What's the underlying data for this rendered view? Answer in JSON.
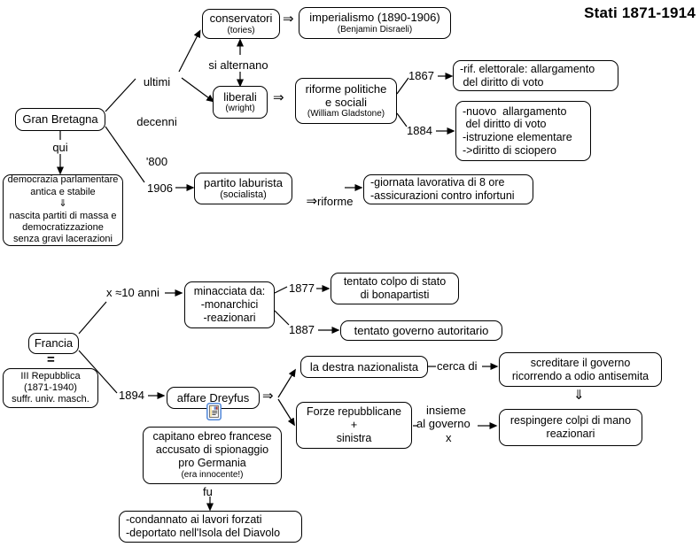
{
  "title": "Stati 1871-1914",
  "colors": {
    "stroke": "#000000",
    "box_fill": "#ffffff",
    "background": "#ffffff",
    "note_icon_border": "#4f86d8"
  },
  "icons": {
    "note": "note-icon"
  },
  "boxes": {
    "gran_bretagna": {
      "lines": [
        "Gran Bretagna"
      ]
    },
    "conservatori": {
      "lines": [
        "conservatori",
        "(tories)"
      ]
    },
    "imperialismo": {
      "lines": [
        "imperialismo (1890-1906)",
        "(Benjamin Disraeli)"
      ]
    },
    "liberali": {
      "lines": [
        "liberali",
        "(wright)"
      ]
    },
    "riforme_politiche": {
      "lines": [
        "riforme politiche",
        "e sociali",
        "(William Gladstone)"
      ]
    },
    "rif_elettorale": {
      "lines": [
        "-rif. elettorale: allargamento",
        " del diritto di voto"
      ]
    },
    "nuovo_allargamento": {
      "lines": [
        "-nuovo  allargamento",
        " del diritto di voto",
        "-istruzione elementare",
        "->diritto di sciopero"
      ]
    },
    "democrazia": {
      "lines": [
        "democrazia parlamentare",
        "antica e stabile",
        "⇓",
        "nascita partiti di massa e",
        "democratizzazione",
        "senza gravi lacerazioni"
      ]
    },
    "partito_laburista": {
      "lines": [
        "partito laburista",
        "(socialista)"
      ]
    },
    "riforme_risultati": {
      "lines": [
        "-giornata lavorativa di 8 ore",
        "-assicurazioni contro infortuni"
      ]
    },
    "francia": {
      "lines": [
        "Francia"
      ]
    },
    "iii_repubblica": {
      "lines": [
        "III Repubblica",
        "(1871-1940)",
        "suffr. univ. masch."
      ]
    },
    "minacciata": {
      "lines": [
        "minacciata da:",
        "-monarchici",
        "-reazionari"
      ]
    },
    "tentato_colpo": {
      "lines": [
        "tentato colpo di stato",
        "di bonapartisti"
      ]
    },
    "tentato_governo": {
      "lines": [
        "tentato governo autoritario"
      ]
    },
    "affare_dreyfus": {
      "lines": [
        "affare Dreyfus"
      ]
    },
    "la_destra": {
      "lines": [
        "la destra nazionalista"
      ]
    },
    "screditare": {
      "lines": [
        "screditare il governo",
        "ricorrendo a odio antisemita"
      ]
    },
    "forze_repubblicane": {
      "lines": [
        "Forze repubblicane",
        "+",
        "sinistra"
      ]
    },
    "respingere": {
      "lines": [
        "respingere colpi di mano",
        "reazionari"
      ]
    },
    "capitano": {
      "lines": [
        "capitano ebreo francese",
        "accusato di spionaggio",
        "pro Germania",
        "(era innocente!)"
      ]
    },
    "condannato": {
      "lines": [
        "-condannato ai lavori forzati",
        "-deportato nell'Isola del Diavolo"
      ]
    }
  },
  "edge_labels": {
    "ultimi_decenni": [
      "ultimi",
      "decenni",
      "'800"
    ],
    "si_alternano": "si alternano",
    "qui": "qui",
    "anno_1906": "1906",
    "riforme": "riforme",
    "anno_1867": "1867",
    "anno_1884": "1884",
    "x_10_anni": "x ≈10 anni",
    "anno_1877": "1877",
    "anno_1887": "1887",
    "anno_1894": "1894",
    "cerca_di": "cerca di",
    "insieme": "insieme",
    "al_governo": "al governo",
    "x": "x",
    "fu": "fu"
  },
  "symbols": {
    "double_arrow_right": "⇒",
    "double_arrow_down": "⇓",
    "equals": "="
  }
}
